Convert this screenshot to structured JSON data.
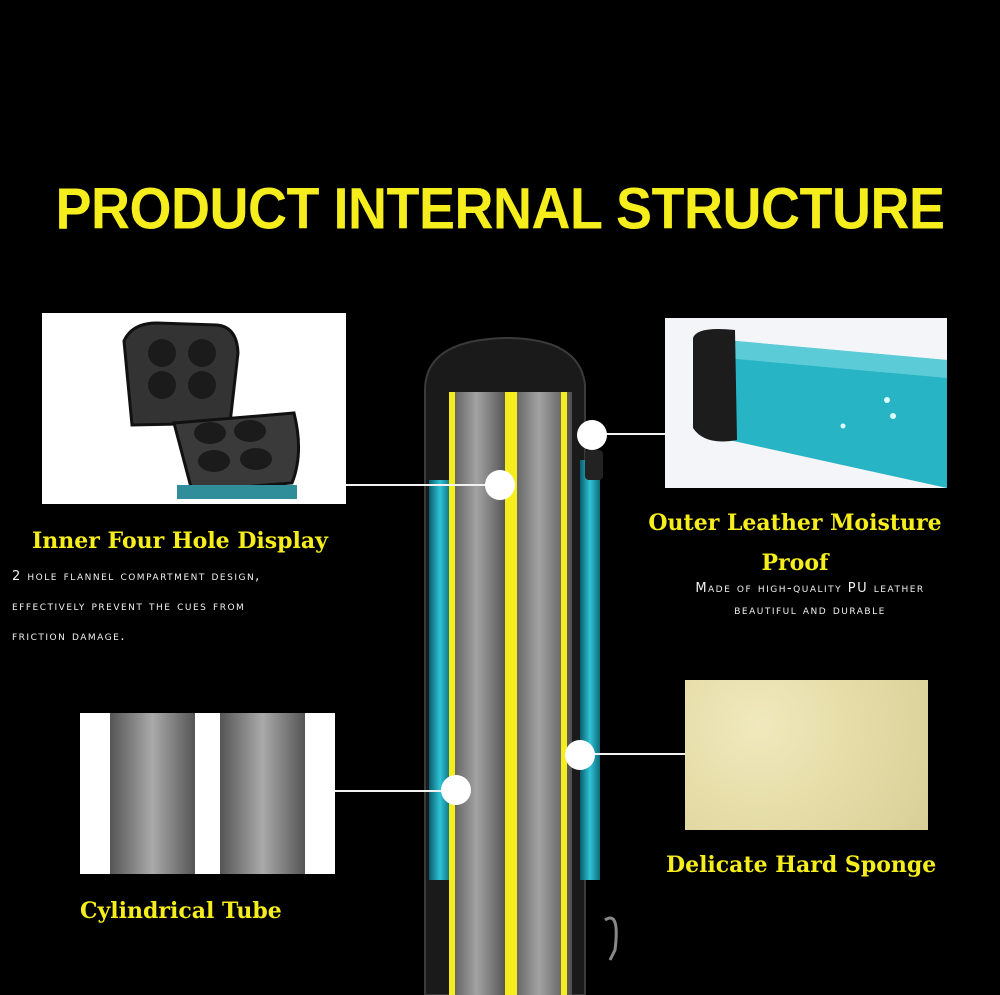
{
  "title": "PRODUCT INTERNAL STRUCTURE",
  "features": {
    "inner_display": {
      "heading": "Inner Four Hole Display",
      "lines": [
        "2 hole flannel compartment design,",
        "effectively prevent the cues from",
        "friction damage."
      ]
    },
    "outer_leather": {
      "heading_line1": "Outer Leather Moisture",
      "heading_line2": "Proof",
      "lines": [
        "Made of high-quality PU leather",
        "beautiful and durable"
      ]
    },
    "cylindrical_tube": {
      "heading": "Cylindrical Tube"
    },
    "hard_sponge": {
      "heading": "Delicate Hard Sponge"
    }
  },
  "colors": {
    "background": "#000000",
    "accent_yellow": "#f6ee1c",
    "case_teal": "#1fb5c9",
    "tube_gray": "#8a8a8a",
    "sponge": "#e6dda8"
  }
}
